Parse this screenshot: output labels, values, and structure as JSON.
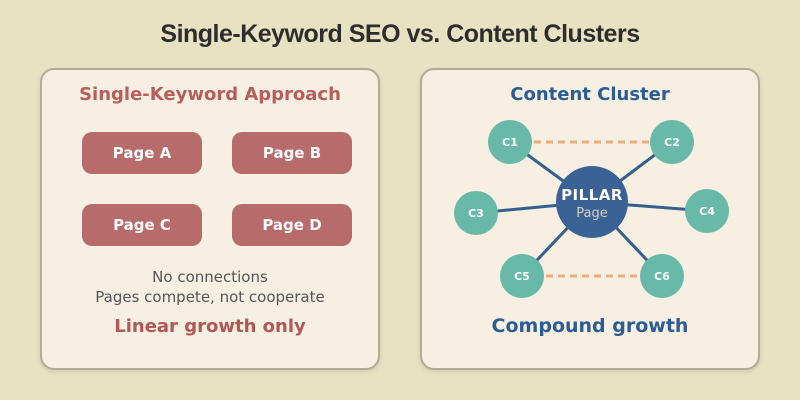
{
  "title": "Single-Keyword SEO vs. Content Clusters",
  "left_panel": {
    "heading": "Single-Keyword Approach",
    "pages": [
      "Page A",
      "Page B",
      "Page C",
      "Page D"
    ],
    "notes": {
      "line1": "No connections",
      "line2": "Pages compete, not cooperate"
    },
    "summary": "Linear growth only"
  },
  "right_panel": {
    "heading": "Content Cluster",
    "pillar": {
      "title": "PILLAR",
      "subtitle": "Page"
    },
    "nodes": [
      "C1",
      "C2",
      "C3",
      "C4",
      "C5",
      "C6"
    ],
    "summary": "Compound growth"
  },
  "colors": {
    "page_background": "#e7e2c1",
    "panel_background": "#f6efe2",
    "panel_border": "#b3ab99",
    "rose_box": "#b76b6b",
    "rose_heading": "#b85c5c",
    "teal_node": "#68b9a8",
    "navy_heading": "#2b5c94",
    "pillar_fill": "#3a6294",
    "solid_link": "#33608f",
    "dashed_link": "#e9ad7e",
    "note_text": "#565656",
    "title_text": "#2d2d2d"
  }
}
